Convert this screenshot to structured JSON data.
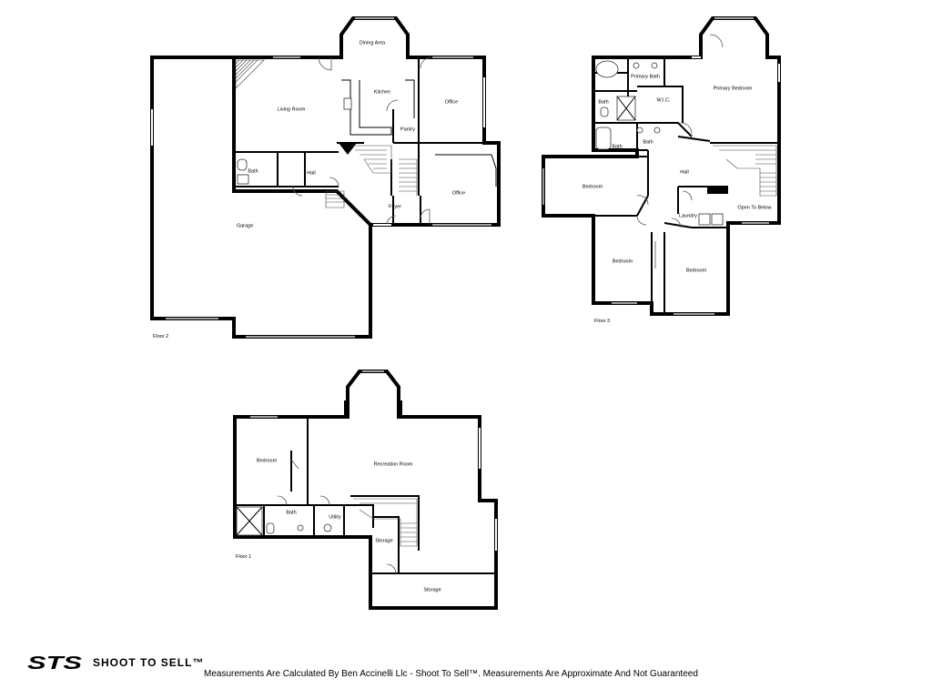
{
  "floors": {
    "floor2": "Floor 2",
    "floor3": "Floor 3",
    "floor1": "Floor 1"
  },
  "rooms": {
    "dining_area": "Dining Area",
    "living_room": "Living Room",
    "kitchen": "Kitchen",
    "office_north": "Office",
    "pantry": "Pantry",
    "bath_f2": "Bath",
    "hall_f2": "Hall",
    "foyer": "Foyer",
    "office_south": "Office",
    "garage": "Garage",
    "primary_bath": "Primary Bath",
    "primary_bedroom": "Primary Bedroom",
    "wic": "W.I.C.",
    "bath_f3_a": "Bath",
    "bath_f3_b": "Bath",
    "bath_f3_c": "Bath",
    "hall_f3": "Hall",
    "bedroom_f3_west": "Bedroom",
    "laundry": "Laundry",
    "open_to_below": "Open To Below",
    "bedroom_f3_sw": "Bedroom",
    "bedroom_f3_se": "Bedroom",
    "bedroom_f1": "Bedroom",
    "recreation_room": "Recreation Room",
    "bath_f1": "Bath",
    "utility": "Utility",
    "storage_small": "Storage",
    "storage_large": "Storage"
  },
  "footer": {
    "logo_text": "STS",
    "brand": "SHOOT TO SELL™",
    "notice": "Measurements Are Calculated By Ben Accinelli Llc - Shoot To Sell™. Measurements Are Approximate And Not Guaranteed"
  }
}
